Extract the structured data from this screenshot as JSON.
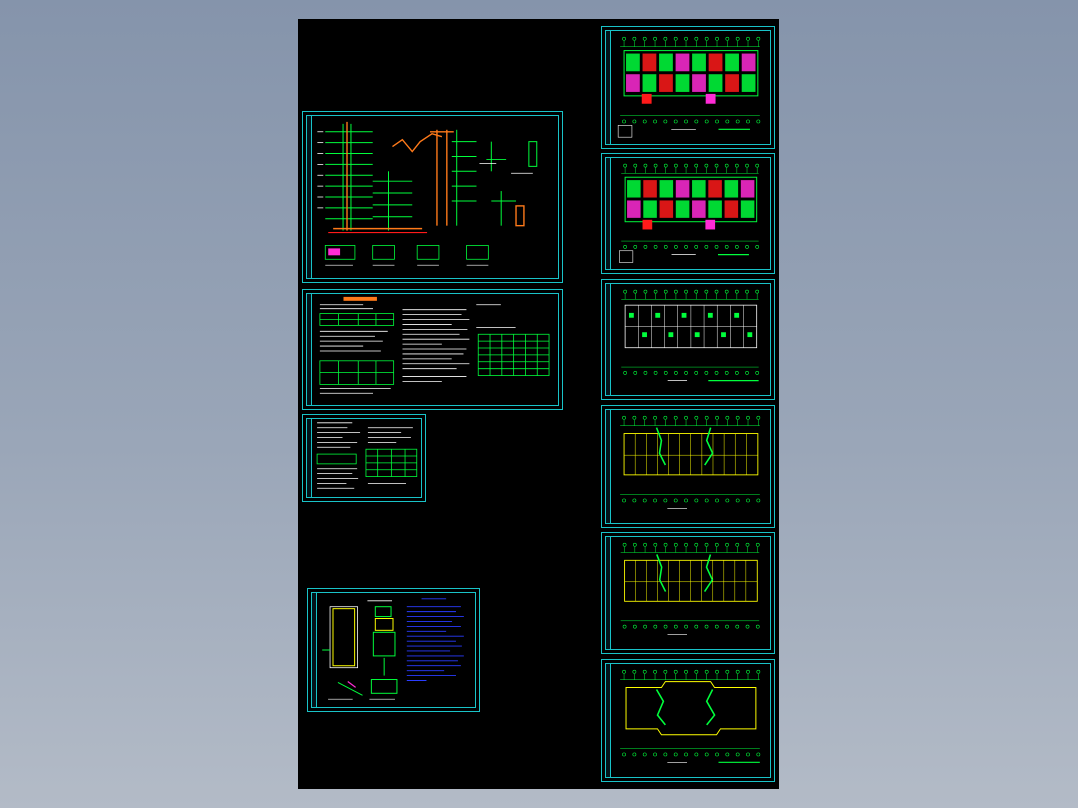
{
  "window": {
    "title": ""
  },
  "colors": {
    "background_top": "#8594ab",
    "background_bottom": "#b3bbc7",
    "model_space": "#000000",
    "sheet_border": "#19c3c8",
    "pipe_green": "#00ff3c",
    "pipe_yellow": "#ffff00",
    "pipe_orange": "#ff7a1a",
    "pipe_magenta": "#ff2bd6",
    "pipe_red": "#ff1a1a",
    "text_white": "#ffffff",
    "text_blue": "#2a3cff"
  },
  "drawing_sheets": [
    {
      "id": "sheet-system-diagram",
      "kind": "riser-diagram"
    },
    {
      "id": "sheet-design-notes",
      "kind": "text-and-tables"
    },
    {
      "id": "sheet-material-notes",
      "kind": "text-and-tables"
    },
    {
      "id": "sheet-details",
      "kind": "detail-drawings"
    },
    {
      "id": "sheet-plan-1",
      "kind": "floor-plan-colored"
    },
    {
      "id": "sheet-plan-2",
      "kind": "floor-plan-colored"
    },
    {
      "id": "sheet-plan-3",
      "kind": "floor-plan"
    },
    {
      "id": "sheet-plan-4",
      "kind": "floor-plan"
    },
    {
      "id": "sheet-plan-5",
      "kind": "floor-plan"
    },
    {
      "id": "sheet-plan-6",
      "kind": "floor-plan"
    }
  ]
}
